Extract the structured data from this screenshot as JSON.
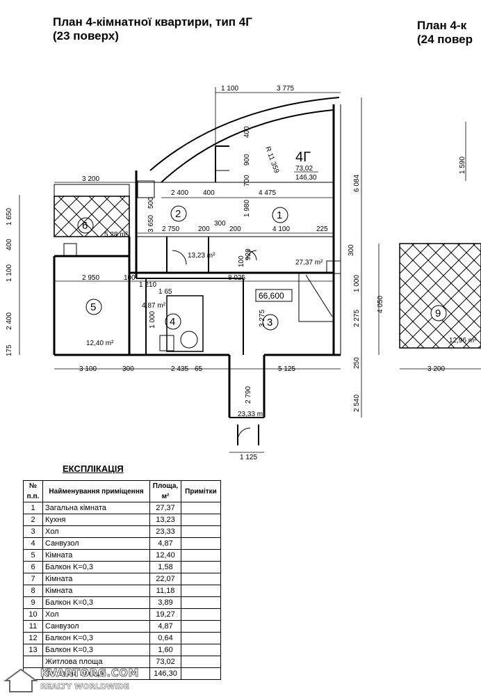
{
  "header": {
    "title_line1": "План 4-кімнатної квартири, тип 4Г",
    "title_line2": "(23 поверх)",
    "right_title_line1": "План 4-к",
    "right_title_line2": "(24 повер"
  },
  "apartment": {
    "type": "4Г",
    "living_area": "73,02",
    "total_area": "146,30",
    "radius": "R 11 359",
    "level_mark": "66,600"
  },
  "rooms": [
    {
      "num": "1",
      "area": "27,37 m²"
    },
    {
      "num": "2",
      "area": "13,23 m²"
    },
    {
      "num": "3",
      "area": "23,33 m²"
    },
    {
      "num": "4",
      "area": "4,87 m²"
    },
    {
      "num": "5",
      "area": "12,40 m²"
    },
    {
      "num": "6",
      "area": "5,28 m²"
    },
    {
      "num": "9",
      "area": "12,96 m²"
    }
  ],
  "dimensions": {
    "top_1100": "1 100",
    "top_3775": "3 775",
    "d3200": "3 200",
    "d2400": "2 400",
    "d400a": "400",
    "d4475": "4 475",
    "d2750": "2 750",
    "d200a": "200",
    "d300": "300",
    "d200b": "200",
    "d4100": "4 100",
    "d225": "225",
    "d2950": "2 950",
    "d100a": "100",
    "d8025": "8 025",
    "d1210": "1 210",
    "d165": "1 65",
    "v1650": "1 650",
    "v400": "400",
    "v1100": "1 100",
    "v2400": "2 400",
    "v175": "175",
    "v400b": "400",
    "v900": "900",
    "v700": "700",
    "v1980": "1 980",
    "v6084": "6 084",
    "v500": "500",
    "v3650": "3 650",
    "v300": "300",
    "v1000": "1 000",
    "v2275": "2 275",
    "v250": "250",
    "v3275": "3 275",
    "v2540": "2 540",
    "v2790": "2 790",
    "v1000b": "1 000",
    "v920": "920",
    "v100b": "100",
    "v4050": "4 050",
    "v1590": "1 590",
    "b3100": "3 100",
    "b300": "300",
    "b2435": "2 435",
    "b65": "65",
    "b5125": "5 125",
    "b1125": "1 125",
    "b3200r": "3 200"
  },
  "explication": {
    "title": "ЕКСПЛІКАЦІЯ",
    "headers": [
      "№ п.п.",
      "Найменування приміщення",
      "Площа, м²",
      "Примітки"
    ],
    "rows": [
      [
        "1",
        "Загальна кімната",
        "27,37"
      ],
      [
        "2",
        "Кухня",
        "13,23"
      ],
      [
        "3",
        "Хол",
        "23,33"
      ],
      [
        "4",
        "Санвузол",
        "4,87"
      ],
      [
        "5",
        "Кімната",
        "12,40"
      ],
      [
        "6",
        "Балкон K=0,3",
        "1,58"
      ],
      [
        "7",
        "Кімната",
        "22,07"
      ],
      [
        "8",
        "Кімната",
        "11,18"
      ],
      [
        "9",
        "Балкон K=0,3",
        "3,89"
      ],
      [
        "10",
        "Хол",
        "19,27"
      ],
      [
        "11",
        "Санвузол",
        "4,87"
      ],
      [
        "12",
        "Балкон K=0,3",
        "0,64"
      ],
      [
        "13",
        "Балкон K=0,3",
        "1,60"
      ],
      [
        "",
        "Житлова площа",
        "73,02"
      ],
      [
        "",
        "Загальна площа",
        "146,30"
      ]
    ]
  },
  "watermark": {
    "line1": "KVARTORG.COM",
    "line2": "REALTY WORLDWIDE"
  }
}
